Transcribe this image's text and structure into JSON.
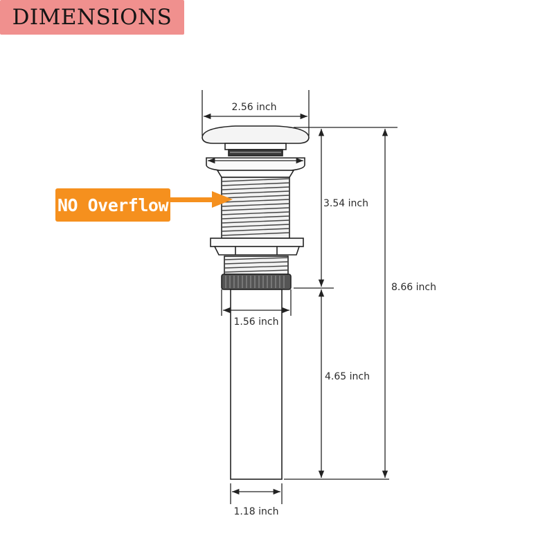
{
  "header": {
    "title": "DIMENSIONS"
  },
  "callout": {
    "text": "NO Overflow"
  },
  "dimensions": {
    "cap_width": "2.56 inch",
    "upper_height": "3.54 inch",
    "total_height": "8.66 inch",
    "body_width": "1.56 inch",
    "tail_height": "4.65 inch",
    "tail_width": "1.18 inch"
  },
  "colors": {
    "title_bg": "#f0908e",
    "callout_bg": "#f5901e",
    "callout_text": "#ffffff",
    "line": "#222222"
  }
}
